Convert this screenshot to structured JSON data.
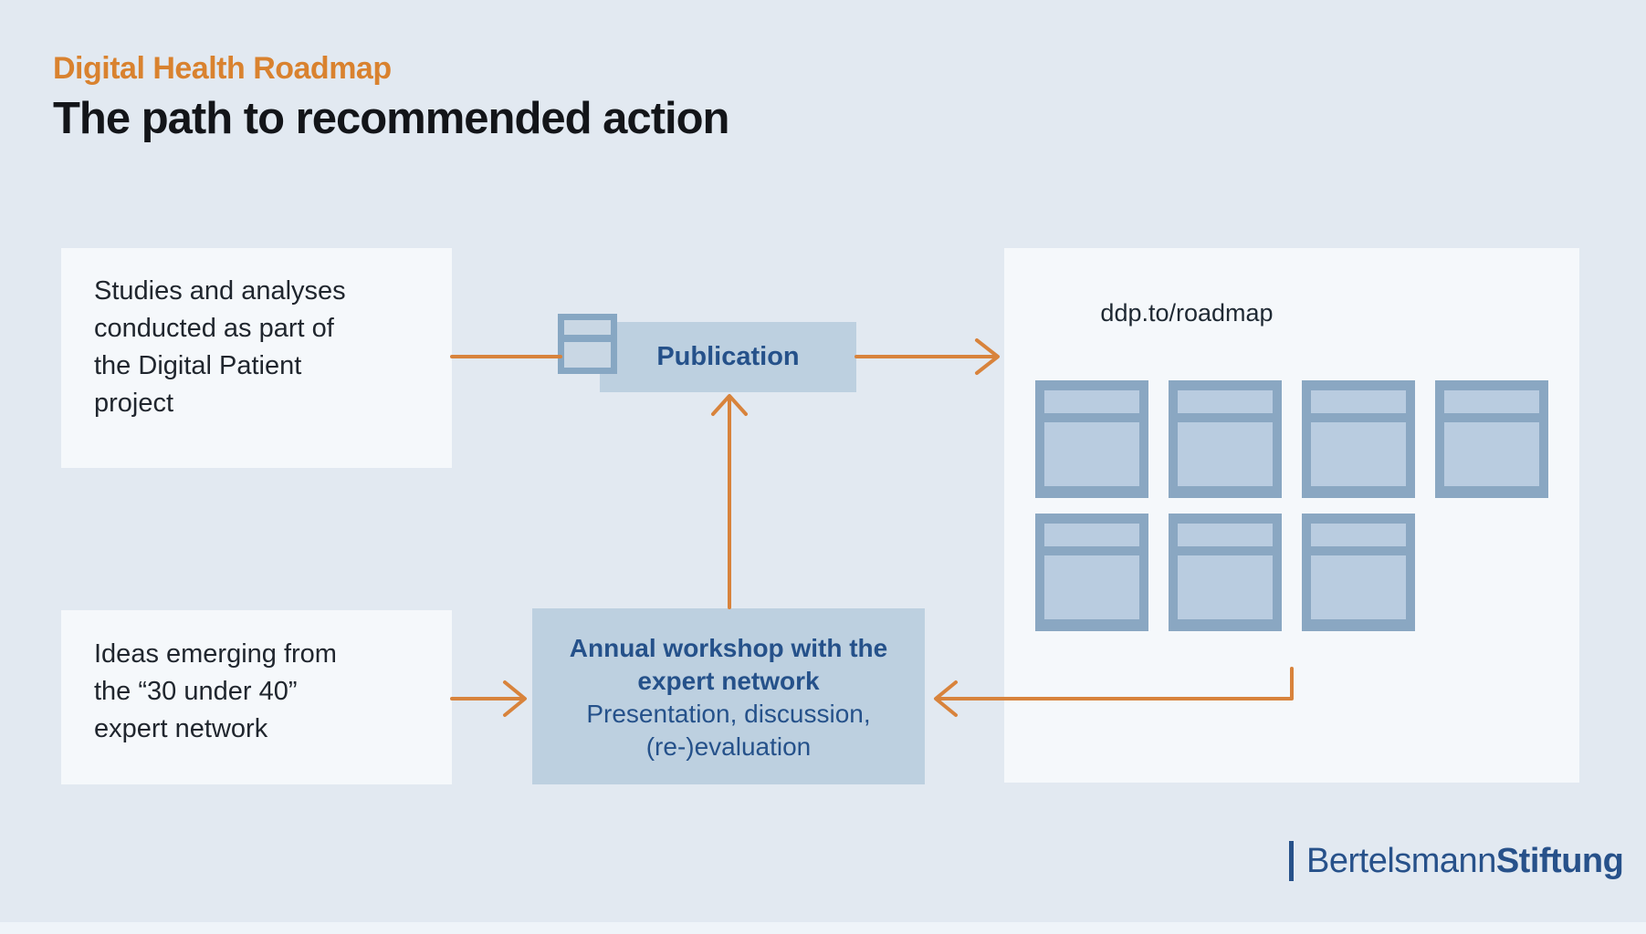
{
  "header": {
    "eyebrow": "Digital Health Roadmap",
    "title": "The path to recommended action"
  },
  "boxes": {
    "studies": {
      "text": "Studies and analyses\nconducted as part of\nthe Digital Patient\nproject"
    },
    "ideas": {
      "text": "Ideas emerging from\nthe “30 under 40”\nexpert network"
    },
    "publication": {
      "label": "Publication"
    },
    "workshop": {
      "title": "Annual workshop with the\nexpert network",
      "subtitle": "Presentation, discussion,\n(re-)evaluation"
    },
    "roadmap": {
      "url": "ddp.to/roadmap",
      "documents_top_row": 4,
      "documents_bottom_row": 3
    }
  },
  "footer": {
    "brand_regular": "Bertelsmann",
    "brand_bold": "Stiftung"
  },
  "colors": {
    "background": "#e2e9f1",
    "surface_light": "#f5f8fb",
    "panel_blue": "#bdd0e0",
    "card_outer_blue": "#8aa7c2",
    "card_fill_blue": "#b9cce0",
    "accent_orange": "#d8833c",
    "title_orange": "#d9822f",
    "dark_blue_text": "#25518a",
    "body_text": "#20262e"
  }
}
